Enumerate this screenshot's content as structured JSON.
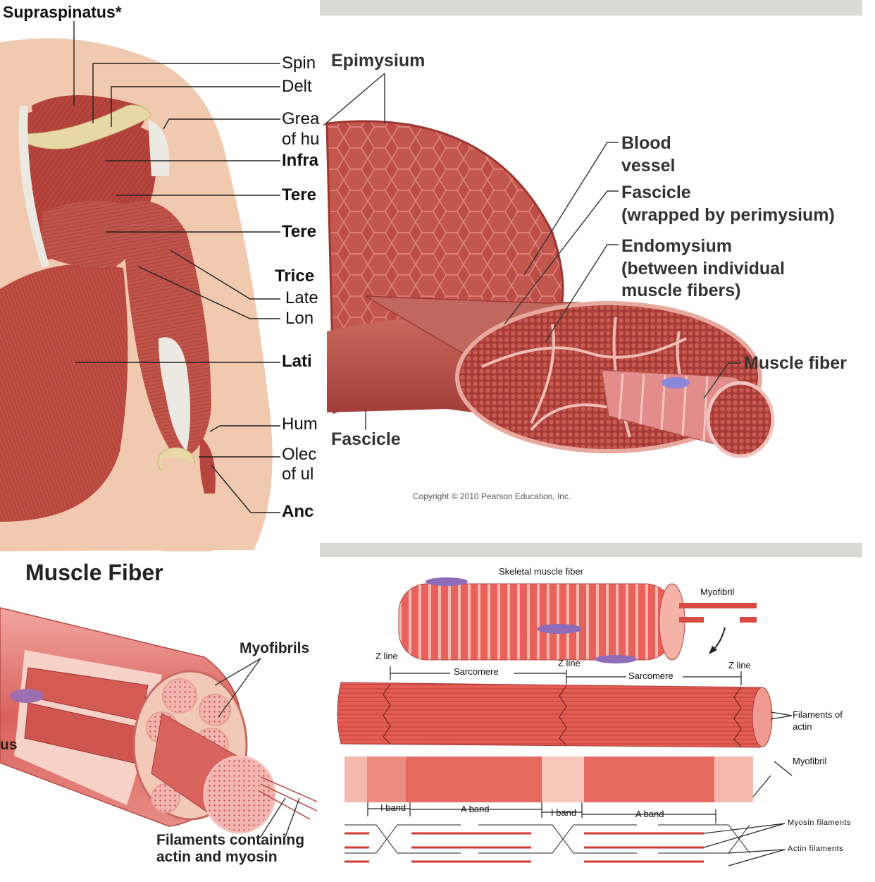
{
  "shoulder_panel": {
    "title": "Supraspinatus*",
    "labels": [
      {
        "text": "Spin",
        "bold": false
      },
      {
        "text": "Delt",
        "bold": false
      },
      {
        "text": "Grea",
        "bold": false
      },
      {
        "text": "of hu",
        "bold": false
      },
      {
        "text": "Infra",
        "bold": true
      },
      {
        "text": "Tere",
        "bold": true
      },
      {
        "text": "Tere",
        "bold": true
      },
      {
        "text": "Trice",
        "bold": true
      },
      {
        "text": "Late",
        "bold": false
      },
      {
        "text": "Lon",
        "bold": false
      },
      {
        "text": "Lati",
        "bold": true
      },
      {
        "text": "Hum",
        "bold": false
      },
      {
        "text": "Olec",
        "bold": false
      },
      {
        "text": "of ul",
        "bold": false
      },
      {
        "text": "Anc",
        "bold": true
      }
    ]
  },
  "epimysium_panel": {
    "labels": {
      "epimysium": "Epimysium",
      "blood_1": "Blood",
      "blood_2": "vessel",
      "fascicle_1": "Fascicle",
      "fascicle_2": "(wrapped by perimysium)",
      "endo_1": "Endomysium",
      "endo_2": "(between individual",
      "endo_3": "muscle fibers)",
      "muscle_fiber": "Muscle fiber",
      "fascicle_bottom": "Fascicle"
    },
    "copyright": "Copyright © 2010 Pearson Education, Inc."
  },
  "fiber_panel": {
    "title": "Muscle Fiber",
    "myofibrils": "Myofibrils",
    "left_fragment": "us",
    "filaments_1": "Filaments containing",
    "filaments_2": "actin and myosin"
  },
  "sarcomere_panel": {
    "skeletal": "Skeletal muscle fiber",
    "myofibril_top": "Myofibril",
    "zline_1": "Z line",
    "zline_2": "Z line",
    "zline_3": "Z line",
    "sarcomere_1": "Sarcomere",
    "sarcomere_2": "Sarcomere",
    "filaments_1": "Filaments of",
    "filaments_2": "actin",
    "myofibril_mid": "Myofibril",
    "iband_1": "I band",
    "aband_1": "A band",
    "iband_2": "I band",
    "aband_2": "A band",
    "myosin": "Myosin filaments",
    "actin": "Actin filaments"
  },
  "colors": {
    "muscle": "#b8453d",
    "muscle_dark": "#8e2f2a",
    "muscle_light": "#d9776c",
    "skin": "#f0c9ae",
    "tendon": "#ece9e3",
    "bone": "#e8d7a8",
    "vessel": "#6e6ec8",
    "fiber_pink": "#e28c8c"
  }
}
